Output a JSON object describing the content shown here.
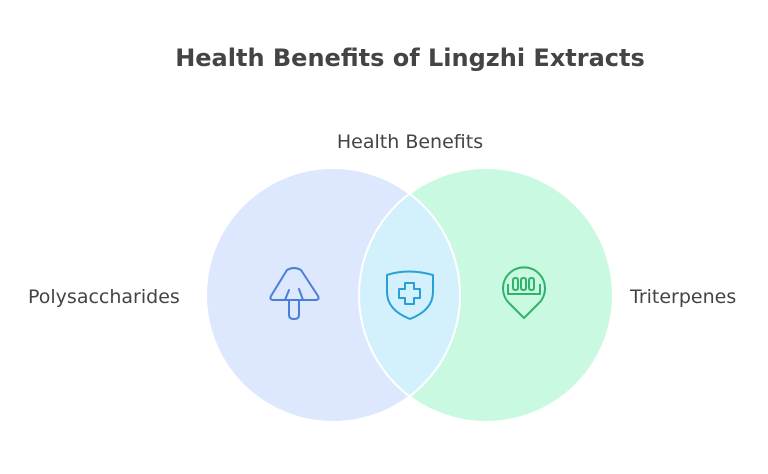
{
  "title": "Health Benefits of Lingzhi Extracts",
  "sets": {
    "left": {
      "label": "Polysaccharides",
      "icon": "mushroom-icon",
      "color": "#dde7fd",
      "icon_color": "#4a7fd6"
    },
    "right": {
      "label": "Triterpenes",
      "icon": "test-tubes-pin-icon",
      "color": "#c9f9e0",
      "icon_color": "#2fb36a"
    },
    "intersection": {
      "label": "Health Benefits",
      "icon": "shield-cross-icon",
      "color": "#d2f1fd",
      "icon_color": "#2a9fd6"
    }
  }
}
